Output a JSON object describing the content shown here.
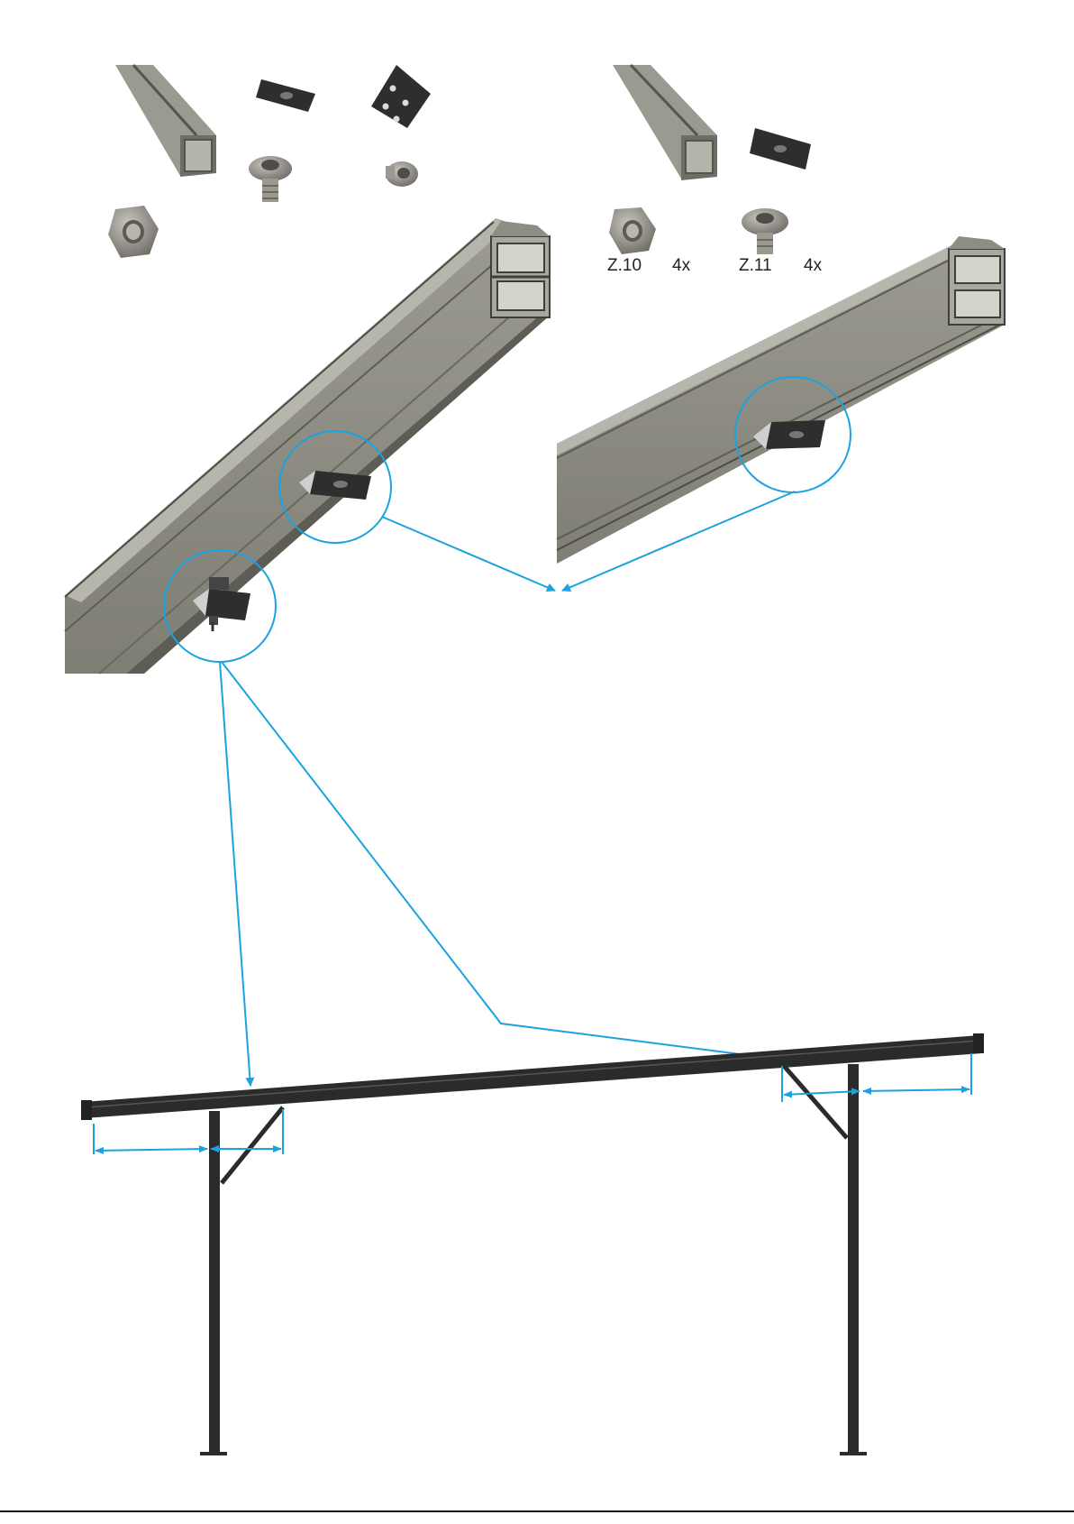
{
  "parts": [
    {
      "id": "Z.10",
      "qty": "4x",
      "icon": "hex-nut-icon"
    },
    {
      "id": "Z.11",
      "qty": "4x",
      "icon": "button-head-bolt-icon"
    }
  ],
  "colors": {
    "callout": "#1aa3e0",
    "profile_light": "#a3a298",
    "profile_mid": "#8b8a80",
    "profile_dark": "#5e5d55",
    "frame": "#2b2b2b",
    "plate": "#2e2e2e",
    "metal": "#8d8a84"
  }
}
